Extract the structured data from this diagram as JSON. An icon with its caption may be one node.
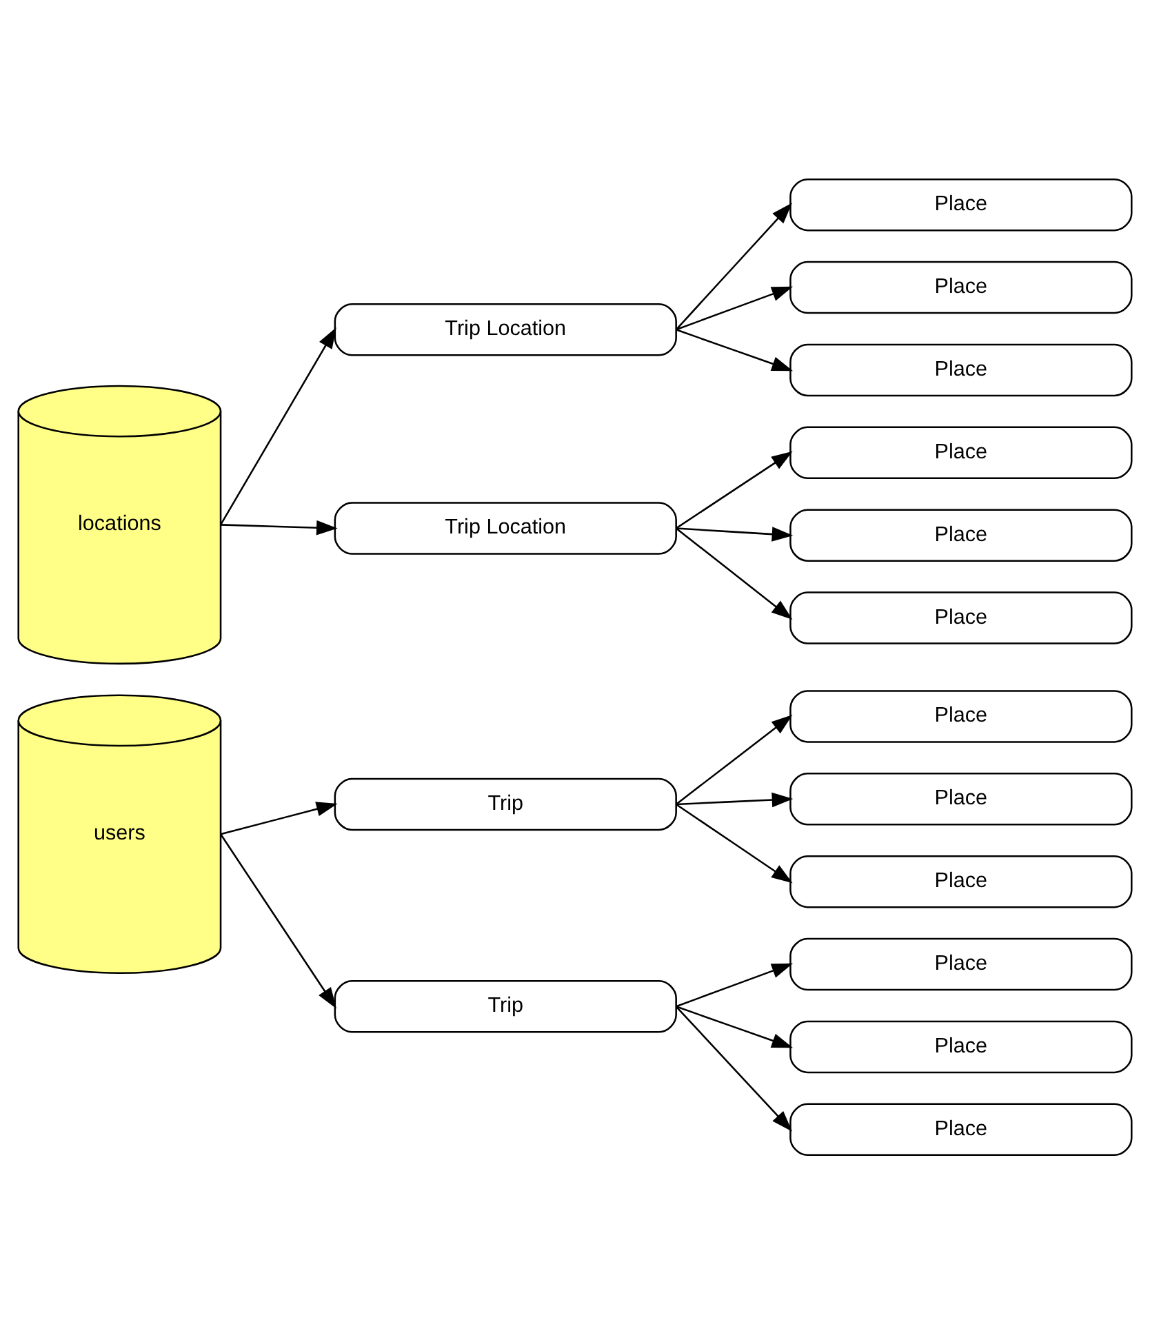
{
  "diagram": {
    "nodes": [
      {
        "text": [
          "locations"
        ]
      },
      {
        "text": [
          "Trip Location"
        ]
      },
      {
        "text": [
          "Trip Location"
        ]
      },
      {
        "text": [
          "Place"
        ]
      },
      {
        "text": [
          "Place"
        ]
      },
      {
        "text": [
          "Place"
        ]
      },
      {
        "text": [
          "Place"
        ]
      },
      {
        "text": [
          "Place"
        ]
      },
      {
        "text": [
          "Place"
        ]
      },
      {
        "text": [
          "users"
        ]
      },
      {
        "text": [
          "Trip"
        ]
      },
      {
        "text": [
          "Trip"
        ]
      },
      {
        "text": [
          "Place"
        ]
      },
      {
        "text": [
          "Place"
        ]
      },
      {
        "text": [
          "Place"
        ]
      },
      {
        "text": [
          "Place"
        ]
      },
      {
        "text": [
          "Place"
        ]
      },
      {
        "text": [
          "Place"
        ]
      }
    ],
    "edges": [
      {
        "from": 0,
        "to": 1,
        "arrow": "to"
      },
      {
        "from": 0,
        "to": 2,
        "arrow": "to"
      },
      {
        "from": 1,
        "to": 3,
        "arrow": "to"
      },
      {
        "from": 1,
        "to": 4,
        "arrow": "to"
      },
      {
        "from": 1,
        "to": 5,
        "arrow": "to"
      },
      {
        "from": 2,
        "to": 6,
        "arrow": "to"
      },
      {
        "from": 2,
        "to": 7,
        "arrow": "to"
      },
      {
        "from": 2,
        "to": 8,
        "arrow": "to"
      },
      {
        "from": 9,
        "to": 10,
        "arrow": "to"
      },
      {
        "from": 9,
        "to": 11,
        "arrow": "to"
      },
      {
        "from": 10,
        "to": 12,
        "arrow": "to"
      },
      {
        "from": 10,
        "to": 13,
        "arrow": "to"
      },
      {
        "from": 10,
        "to": 14,
        "arrow": "to"
      },
      {
        "from": 11,
        "to": 15,
        "arrow": "to"
      },
      {
        "from": 11,
        "to": 16,
        "arrow": "to"
      },
      {
        "from": 11,
        "to": 17,
        "arrow": "to"
      }
    ]
  }
}
